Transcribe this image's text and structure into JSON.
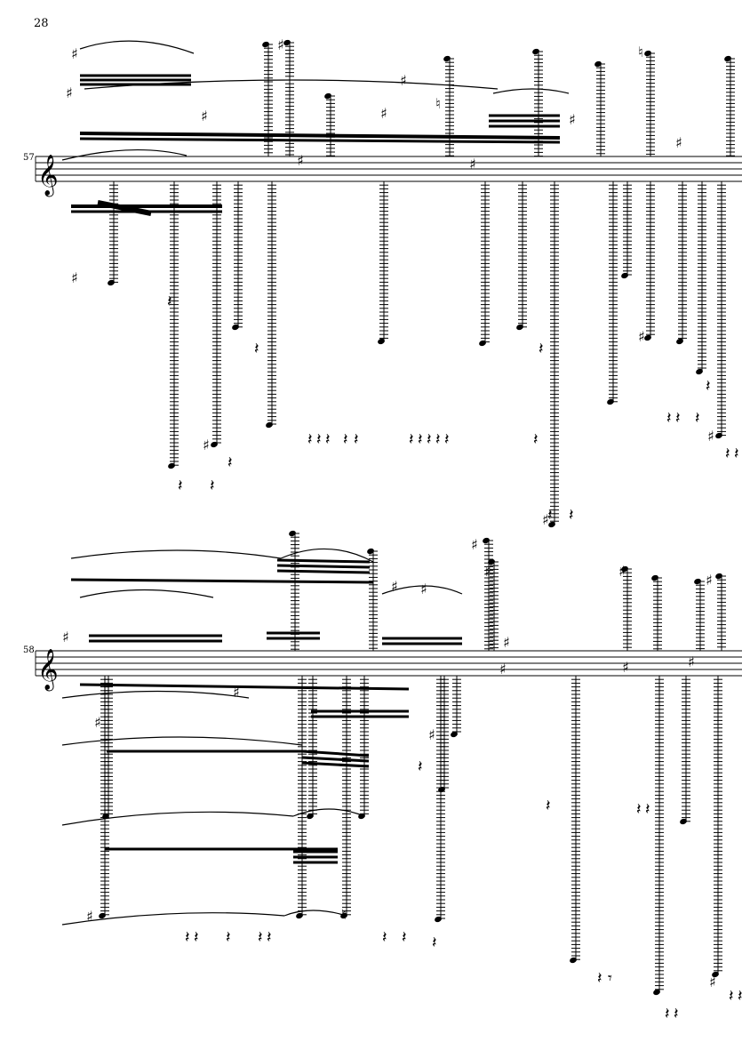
{
  "page": {
    "page_number": "28",
    "background_color": "#ffffff",
    "ink_color": "#000000"
  },
  "systems": [
    {
      "measure_number": "57",
      "clef": "treble-clef"
    },
    {
      "measure_number": "58",
      "clef": "treble-clef"
    }
  ],
  "glyphs": {
    "clef": "𝄞",
    "sharp": "♯",
    "natural": "♮",
    "quarter_rest": "𝄽",
    "eighth_rest": "𝄾"
  }
}
